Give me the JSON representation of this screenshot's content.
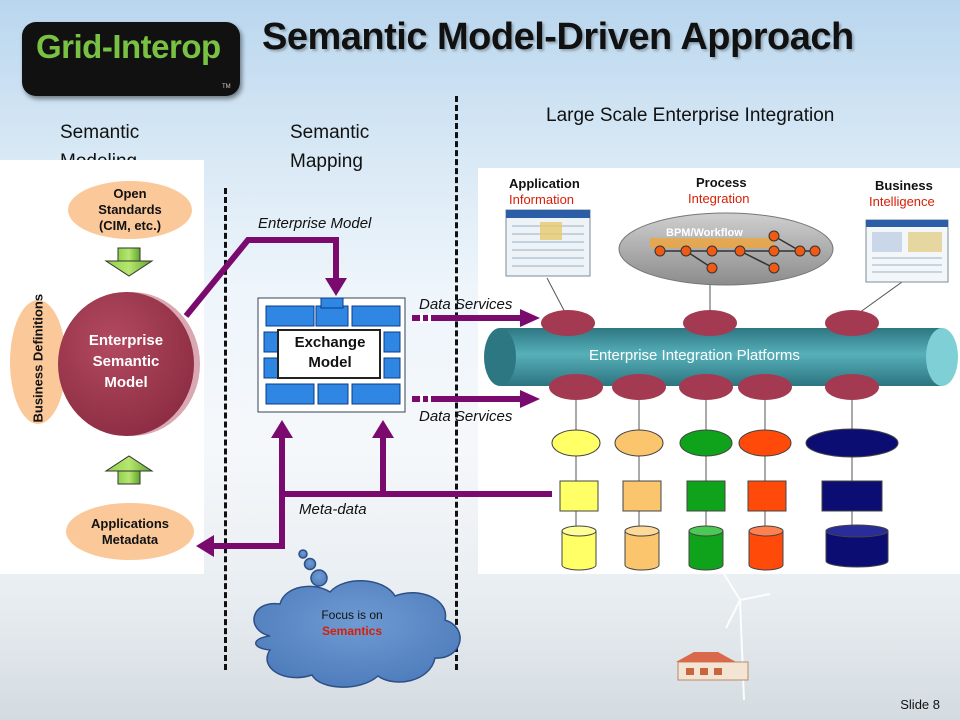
{
  "header": {
    "logo_text": "Grid-Interop",
    "logo_tm": "TM",
    "title": "Semantic Model-Driven Approach"
  },
  "sections": {
    "modeling": "Semantic Modeling",
    "mapping": "Semantic Mapping",
    "integration": "Large Scale Enterprise Integration"
  },
  "left": {
    "open_standards": "Open Standards (CIM, etc.)",
    "business_definitions": "Business Definitions",
    "enterprise_semantic_model": "Enterprise Semantic Model",
    "applications_metadata": "Applications Metadata"
  },
  "middle": {
    "enterprise_model_label": "Enterprise Model",
    "exchange_model": "Exchange Model",
    "meta_data_label": "Meta-data",
    "thought_line1": "Focus is on",
    "thought_line2": "Semantics"
  },
  "right": {
    "application_info_line1": "Application",
    "application_info_line2": "Information",
    "process_line1": "Process",
    "process_line2": "Integration",
    "bpm_label": "BPM/Workflow",
    "bi_line1": "Business",
    "bi_line2": "Intelligence",
    "data_services_top": "Data Services",
    "data_services_bottom": "Data Services",
    "platform_label": "Enterprise Integration Platforms"
  },
  "colors": {
    "accent_maroon": "#a43a52",
    "arrow_purple": "#7b0a6f",
    "pipe_teal": "#3a8c97",
    "oval_peach": "#fbc899",
    "systems": [
      "#ffff66",
      "#fbc56e",
      "#0ea31a",
      "#ff4a0a",
      "#0c0d73"
    ]
  },
  "footer": {
    "slide": "Slide 8"
  }
}
